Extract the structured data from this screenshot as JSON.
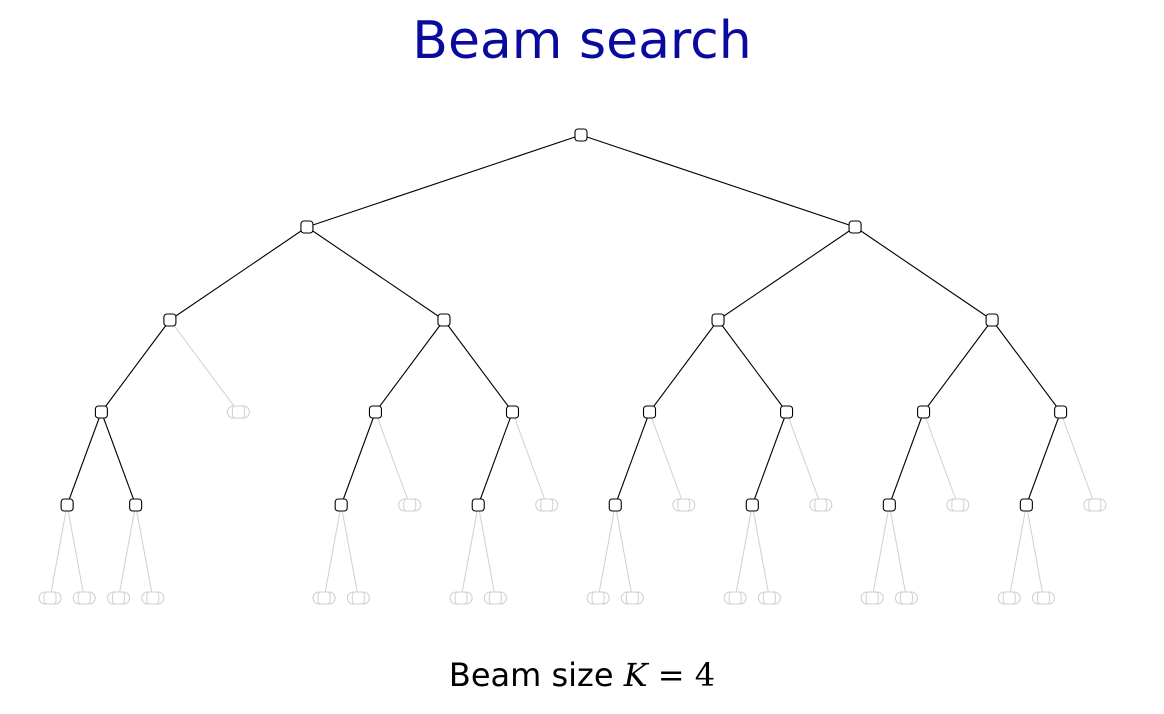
{
  "title": "Beam search",
  "caption": {
    "prefix": "Beam size ",
    "variable": "K",
    "operator": " = ",
    "value": "4"
  },
  "tree": {
    "branching": 2,
    "depth": 5,
    "beam_size": 4,
    "active_paths": [
      "0000",
      "0001",
      "0100",
      "0110",
      "1000",
      "1010",
      "1100",
      "1110"
    ],
    "colors": {
      "active": "#000000",
      "inactive": "#d0d0d0"
    }
  }
}
